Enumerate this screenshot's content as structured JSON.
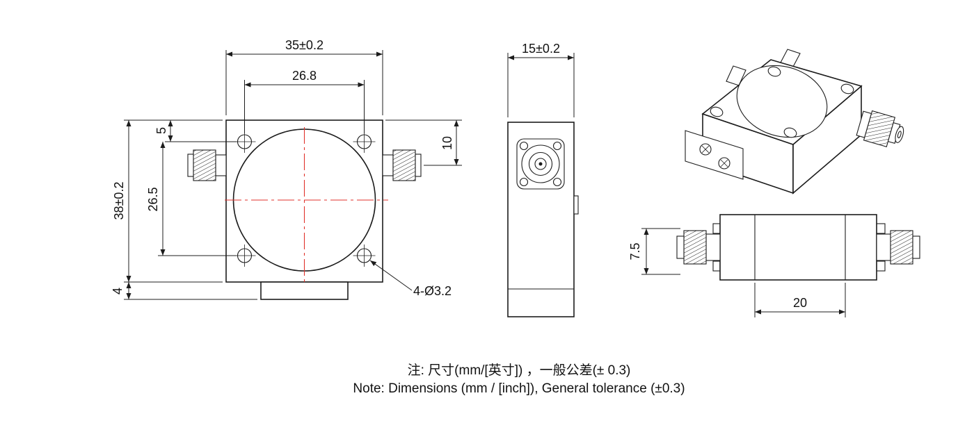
{
  "page": {
    "background": "#ffffff"
  },
  "drawing": {
    "line_color": "#1c1c1c",
    "centerline_color": "#e0322b"
  },
  "front_view": {
    "dim_width": "35±0.2",
    "dim_hole_pitch_h": "26.8",
    "dim_height": "38±0.2",
    "dim_hole_pitch_v": "26.5",
    "dim_hole_top_offset": "5",
    "dim_port_offset": "10",
    "dim_base_thickness": "4",
    "hole_callout": "4-Ø3.2"
  },
  "side_view": {
    "dim_depth": "15±0.2"
  },
  "bottom_view": {
    "dim_height": "7.5",
    "dim_length": "20"
  },
  "notes": {
    "line_cn": "注: 尺寸(mm/[英寸]) ，一般公差(± 0.3)",
    "line_en": "Note: Dimensions (mm / [inch]), General tolerance (±0.3)"
  }
}
